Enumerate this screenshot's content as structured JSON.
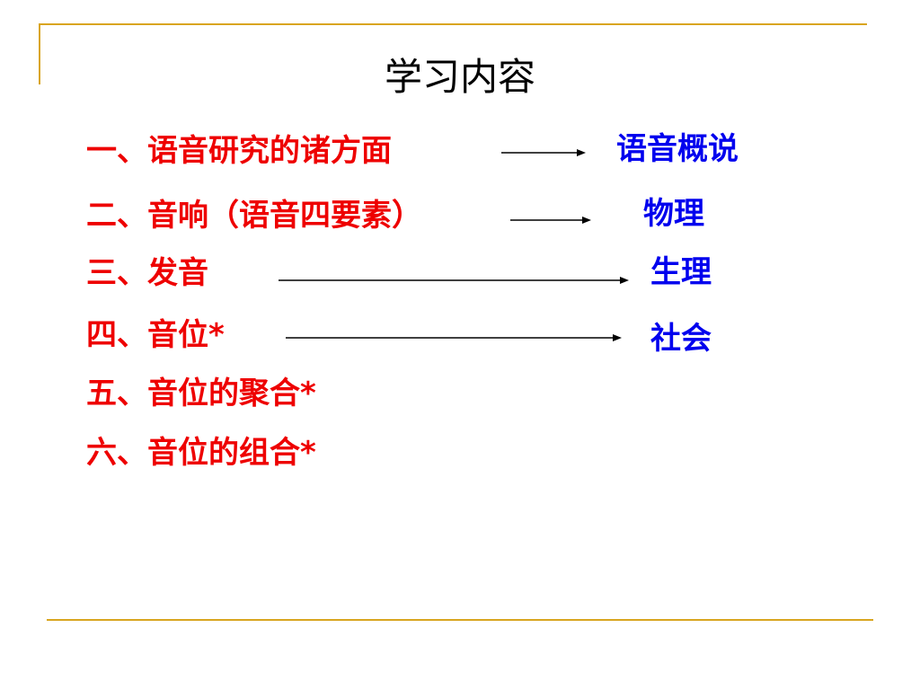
{
  "slide": {
    "title": "学习内容",
    "items": [
      {
        "label": "一、语音研究的诸方面"
      },
      {
        "label": "二、音响（语音四要素）"
      },
      {
        "label": "三、发音"
      },
      {
        "label": "四、音位*"
      },
      {
        "label": "五、音位的聚合*"
      },
      {
        "label": "六、音位的组合*"
      }
    ],
    "categories": [
      {
        "label": "语音概说"
      },
      {
        "label": "物理"
      },
      {
        "label": "生理"
      },
      {
        "label": "社会"
      }
    ]
  },
  "colors": {
    "item_text": "#ee0000",
    "category_text": "#0000ee",
    "frame_lines": "#d9a520",
    "title_text": "#000000",
    "arrows": "#000000"
  }
}
